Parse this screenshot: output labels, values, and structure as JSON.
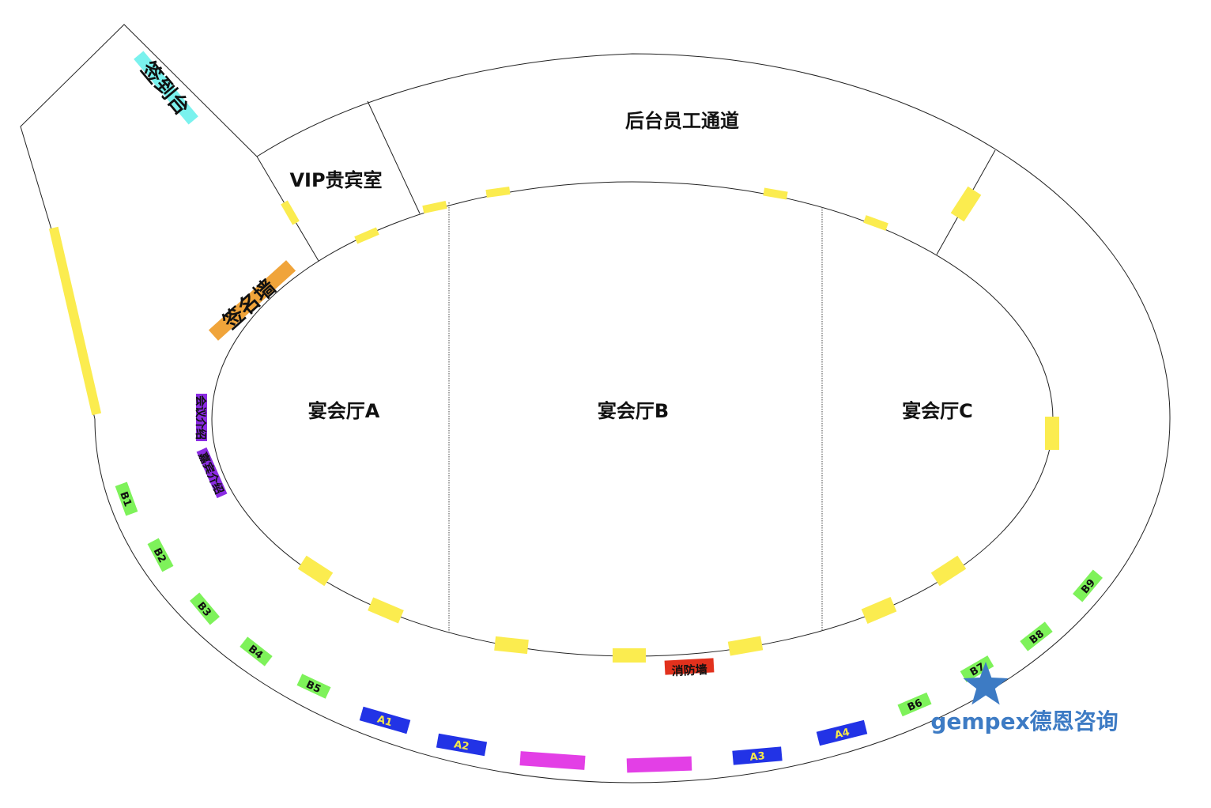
{
  "areas": {
    "check_in": "签到台",
    "vip_room": "VIP贵宾室",
    "staff_corridor": "后台员工通道",
    "signature_wall": "签名墙",
    "hall_a": "宴会厅A",
    "hall_b": "宴会厅B",
    "hall_c": "宴会厅C",
    "conference_intro": "会议介绍",
    "guest_intro": "嘉宾介绍",
    "fire_wall": "消防墙"
  },
  "booths": {
    "b1": "B1",
    "b2": "B2",
    "b3": "B3",
    "b4": "B4",
    "b5": "B5",
    "b6": "B6",
    "b7": "B7",
    "b8": "B8",
    "b9": "B9",
    "a1": "A1",
    "a2": "A2",
    "a3": "A3",
    "a4": "A4"
  },
  "watermark": "gempex德恩咨询",
  "colors": {
    "door_yellow": "#fbec4f",
    "booth_b_green": "#7ef25a",
    "booth_a_blue": "#2233e6",
    "booth_a_text": "#f5e84a",
    "magenta": "#e33fe6",
    "check_in_cyan": "#7af2ee",
    "signature_orange": "#f0a43a",
    "intro_purple": "#8a2be2",
    "fire_red": "#e2311d",
    "watermark_blue": "#3d7bc4"
  }
}
